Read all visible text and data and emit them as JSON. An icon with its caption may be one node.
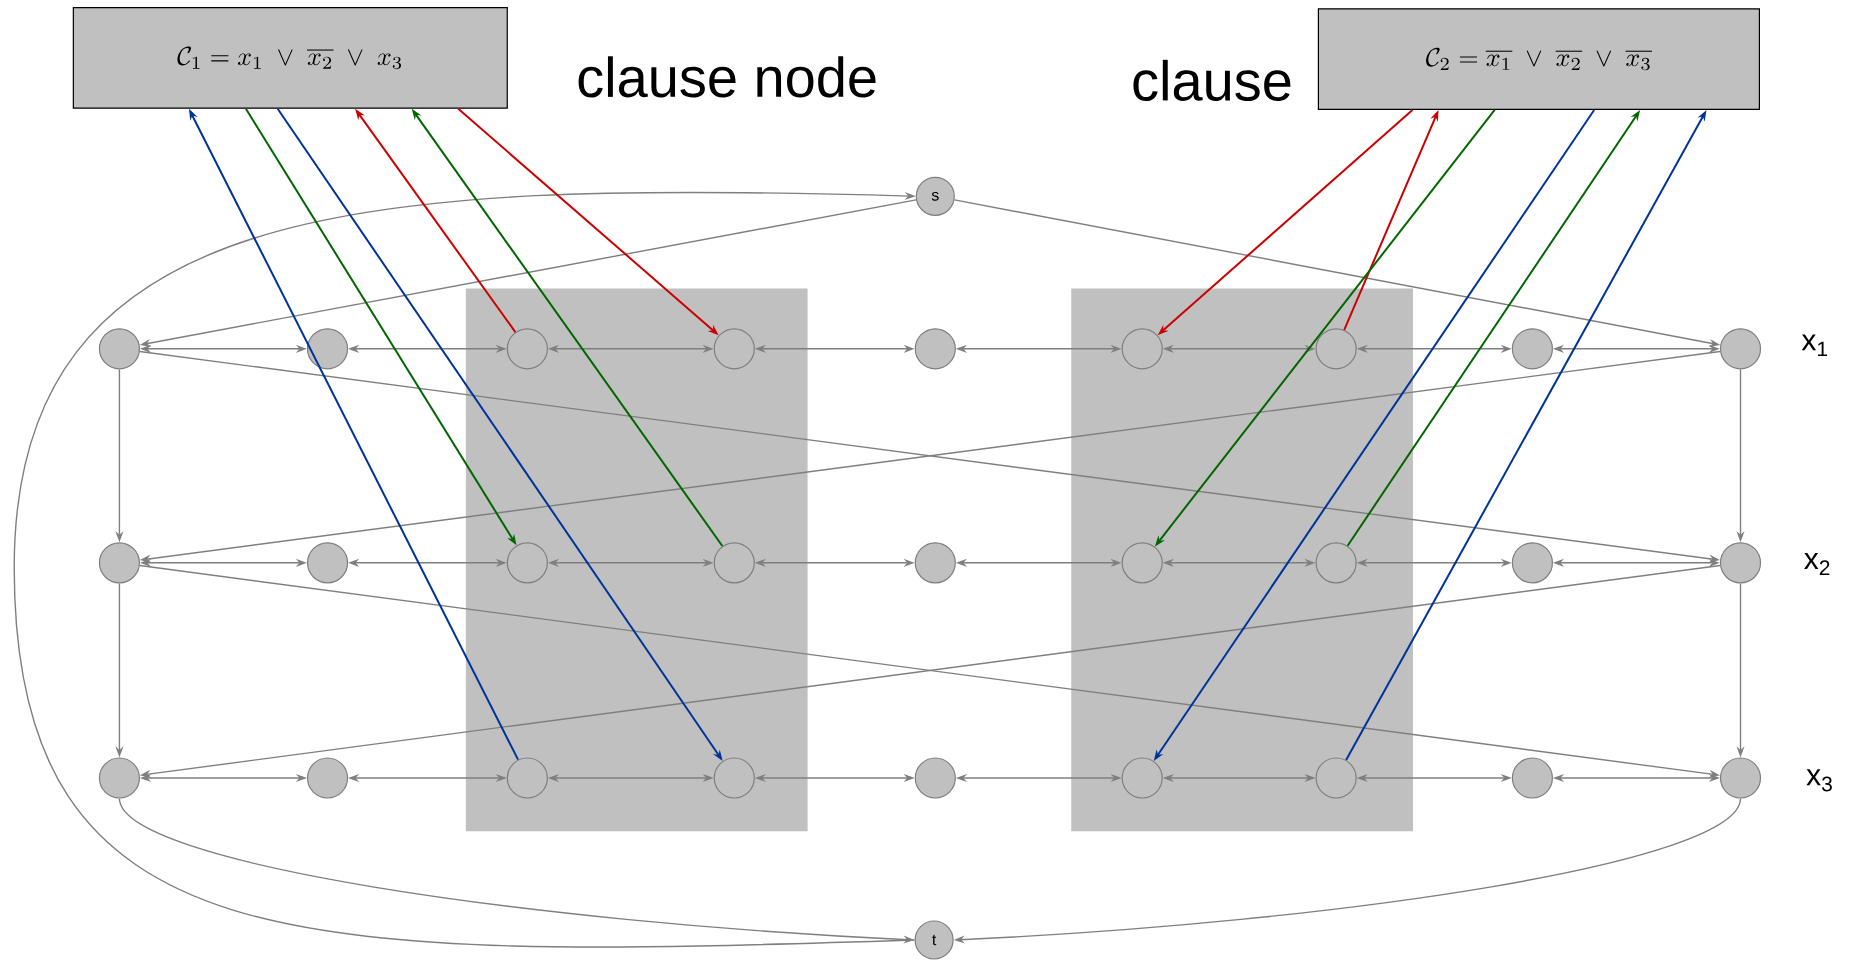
{
  "diagram": {
    "nodes": [
      {
        "text": [
          "\\mathcal{C}_1 = x_1 \\;\\vee\\; \\overline{x_2} \\;\\vee\\; x_3"
        ]
      },
      {
        "text": [
          "\\mathcal{C}_2 = \\overline{x_1} \\;\\vee\\; \\overline{x_2} \\;\\vee\\; \\overline{x_3}"
        ]
      },
      {
        "text": [
          "s"
        ]
      },
      {
        "text": [],
        "shape": "circle"
      },
      {
        "text": [],
        "shape": "circle"
      },
      {
        "text": [],
        "shape": "circle"
      },
      {
        "text": [],
        "shape": "circle"
      },
      {
        "text": [],
        "shape": "circle"
      },
      {
        "text": [],
        "shape": "circle"
      },
      {
        "text": [],
        "shape": "circle"
      },
      {
        "text": [],
        "shape": "circle"
      },
      {
        "text": [],
        "shape": "circle"
      },
      {
        "text": [],
        "shape": "circle"
      },
      {
        "text": [],
        "shape": "circle"
      },
      {
        "text": [],
        "shape": "circle"
      },
      {
        "text": [],
        "shape": "circle"
      },
      {
        "text": [],
        "shape": "circle"
      },
      {
        "text": [],
        "shape": "circle"
      },
      {
        "text": [],
        "shape": "circle"
      },
      {
        "text": [],
        "shape": "circle"
      },
      {
        "text": [],
        "shape": "circle"
      },
      {
        "text": [],
        "shape": "circle"
      },
      {
        "text": [],
        "shape": "circle"
      },
      {
        "text": [],
        "shape": "circle"
      },
      {
        "text": [],
        "shape": "circle"
      },
      {
        "text": [],
        "shape": "circle"
      },
      {
        "text": [],
        "shape": "circle"
      },
      {
        "text": [],
        "shape": "circle"
      },
      {
        "text": [],
        "shape": "circle"
      },
      {
        "text": [],
        "shape": "circle"
      },
      {
        "text": [
          "t"
        ]
      }
    ],
    "edges": [
      {
        "from": 2,
        "to": 3,
        "arrow": "to"
      },
      {
        "from": 2,
        "to": 11,
        "arrow": "to"
      },
      {
        "from": 3,
        "to": 4,
        "arrow": "both"
      },
      {
        "from": 4,
        "to": 5,
        "arrow": "both"
      },
      {
        "from": 5,
        "to": 6,
        "arrow": "both"
      },
      {
        "from": 6,
        "to": 7,
        "arrow": "both"
      },
      {
        "from": 7,
        "to": 8,
        "arrow": "both"
      },
      {
        "from": 8,
        "to": 9,
        "arrow": "both"
      },
      {
        "from": 9,
        "to": 10,
        "arrow": "both"
      },
      {
        "from": 10,
        "to": 11,
        "arrow": "both"
      },
      {
        "from": 12,
        "to": 13,
        "arrow": "both"
      },
      {
        "from": 13,
        "to": 14,
        "arrow": "both"
      },
      {
        "from": 14,
        "to": 15,
        "arrow": "both"
      },
      {
        "from": 15,
        "to": 16,
        "arrow": "both"
      },
      {
        "from": 16,
        "to": 17,
        "arrow": "both"
      },
      {
        "from": 17,
        "to": 18,
        "arrow": "both"
      },
      {
        "from": 18,
        "to": 19,
        "arrow": "both"
      },
      {
        "from": 19,
        "to": 20,
        "arrow": "both"
      },
      {
        "from": 21,
        "to": 22,
        "arrow": "both"
      },
      {
        "from": 22,
        "to": 23,
        "arrow": "both"
      },
      {
        "from": 23,
        "to": 24,
        "arrow": "both"
      },
      {
        "from": 24,
        "to": 25,
        "arrow": "both"
      },
      {
        "from": 25,
        "to": 26,
        "arrow": "both"
      },
      {
        "from": 26,
        "to": 27,
        "arrow": "both"
      },
      {
        "from": 27,
        "to": 28,
        "arrow": "both"
      },
      {
        "from": 28,
        "to": 29,
        "arrow": "both"
      },
      {
        "from": 3,
        "to": 12,
        "arrow": "to"
      },
      {
        "from": 11,
        "to": 20,
        "arrow": "to"
      },
      {
        "from": 3,
        "to": 20,
        "arrow": "to"
      },
      {
        "from": 11,
        "to": 12,
        "arrow": "to"
      },
      {
        "from": 12,
        "to": 21,
        "arrow": "to"
      },
      {
        "from": 20,
        "to": 29,
        "arrow": "to"
      },
      {
        "from": 12,
        "to": 29,
        "arrow": "to"
      },
      {
        "from": 20,
        "to": 21,
        "arrow": "to"
      },
      {
        "from": 21,
        "to": 30,
        "arrow": "to"
      },
      {
        "from": 29,
        "to": 30,
        "arrow": "to"
      },
      {
        "from": 30,
        "to": 2,
        "arrow": "to"
      },
      {
        "from": 5,
        "to": 0,
        "arrow": "to",
        "color": "#cc0000"
      },
      {
        "from": 0,
        "to": 6,
        "arrow": "to",
        "color": "#cc0000"
      },
      {
        "from": 0,
        "to": 14,
        "arrow": "to",
        "color": "#006600"
      },
      {
        "from": 15,
        "to": 0,
        "arrow": "to",
        "color": "#006600"
      },
      {
        "from": 23,
        "to": 0,
        "arrow": "to",
        "color": "#003399"
      },
      {
        "from": 0,
        "to": 24,
        "arrow": "to",
        "color": "#003399"
      },
      {
        "from": 1,
        "to": 8,
        "arrow": "to",
        "color": "#cc0000"
      },
      {
        "from": 9,
        "to": 1,
        "arrow": "to",
        "color": "#cc0000"
      },
      {
        "from": 1,
        "to": 17,
        "arrow": "to",
        "color": "#006600"
      },
      {
        "from": 18,
        "to": 1,
        "arrow": "to",
        "color": "#006600"
      },
      {
        "from": 1,
        "to": 26,
        "arrow": "to",
        "color": "#003399"
      },
      {
        "from": 27,
        "to": 1,
        "arrow": "to",
        "color": "#003399"
      }
    ],
    "labels": [
      "clause node",
      "clause",
      "x$_{1}$",
      "x$_{2}$",
      "x$_{3}$"
    ]
  }
}
